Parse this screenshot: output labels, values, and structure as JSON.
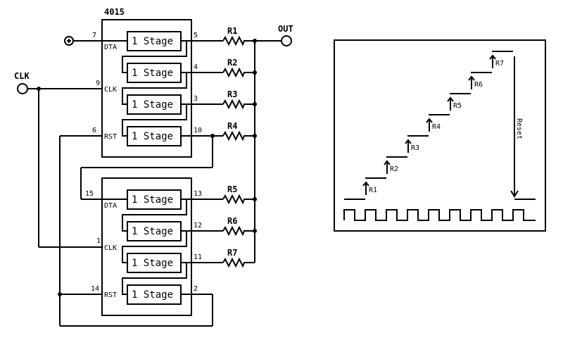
{
  "schematic": {
    "chips": [
      {
        "part": "4015",
        "inputs": {
          "data": {
            "pin": "7",
            "label": "DTA"
          },
          "clock": {
            "pin": "9",
            "label": "CLK"
          },
          "reset": {
            "pin": "6",
            "label": "RST"
          }
        },
        "stages": [
          {
            "label": "1 Stage",
            "out_pin": "5"
          },
          {
            "label": "1 Stage",
            "out_pin": "4"
          },
          {
            "label": "1 Stage",
            "out_pin": "3"
          },
          {
            "label": "1 Stage",
            "out_pin": "10"
          }
        ]
      },
      {
        "part": "",
        "inputs": {
          "data": {
            "pin": "15",
            "label": "DTA"
          },
          "clock": {
            "pin": "1",
            "label": "CLK"
          },
          "reset": {
            "pin": "14",
            "label": "RST"
          }
        },
        "stages": [
          {
            "label": "1 Stage",
            "out_pin": "13"
          },
          {
            "label": "1 Stage",
            "out_pin": "12"
          },
          {
            "label": "1 Stage",
            "out_pin": "11"
          },
          {
            "label": "1 Stage",
            "out_pin": "2"
          }
        ]
      }
    ],
    "resistors": [
      "R1",
      "R2",
      "R3",
      "R4",
      "R5",
      "R6",
      "R7"
    ],
    "terminals": {
      "output": "OUT",
      "clock": "CLK",
      "supply": "+"
    }
  },
  "waveform": {
    "steps": [
      "R1",
      "R2",
      "R3",
      "R4",
      "R5",
      "R6",
      "R7"
    ],
    "reset_label": "Reset",
    "clock_pulses": 9
  }
}
